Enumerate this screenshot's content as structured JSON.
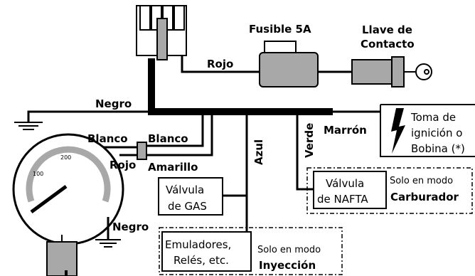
{
  "labels": {
    "fuse": "Fusible 5A",
    "key_line1": "Llave de",
    "key_line2": "Contacto",
    "red_top": "Rojo",
    "black_main": "Negro",
    "brown": "Marrón",
    "ignition_line1": "Toma de",
    "ignition_line2": "ignición o",
    "ignition_line3": "Bobina (*)",
    "white_left": "Blanco",
    "white_right": "Blanco",
    "red_gauge": "Rojo",
    "yellow": "Amarillo",
    "blue": "Azul",
    "green": "Verde",
    "gas_valve_line1": "Válvula",
    "gas_valve_line2": "de GAS",
    "nafta_valve_line1": "Válvula",
    "nafta_valve_line2": "de NAFTA",
    "carb_mode_line1": "Solo en modo",
    "carb_mode_line2": "Carburador",
    "emul_line1": "Emuladores,",
    "emul_line2": "Relés, etc.",
    "inj_mode_line1": "Solo en modo",
    "inj_mode_line2": "Inyección",
    "black_gauge": "Negro",
    "gauge_tick_100": "100",
    "gauge_tick_200": "200"
  },
  "colors": {
    "line": "#000000",
    "gray": "#a8a8a8",
    "dark_gray": "#7a7a7a",
    "background": "#ffffff"
  },
  "icons": {
    "lightning": "lightning-bolt-icon",
    "ground": "ground-symbol-icon",
    "key": "key-icon"
  }
}
